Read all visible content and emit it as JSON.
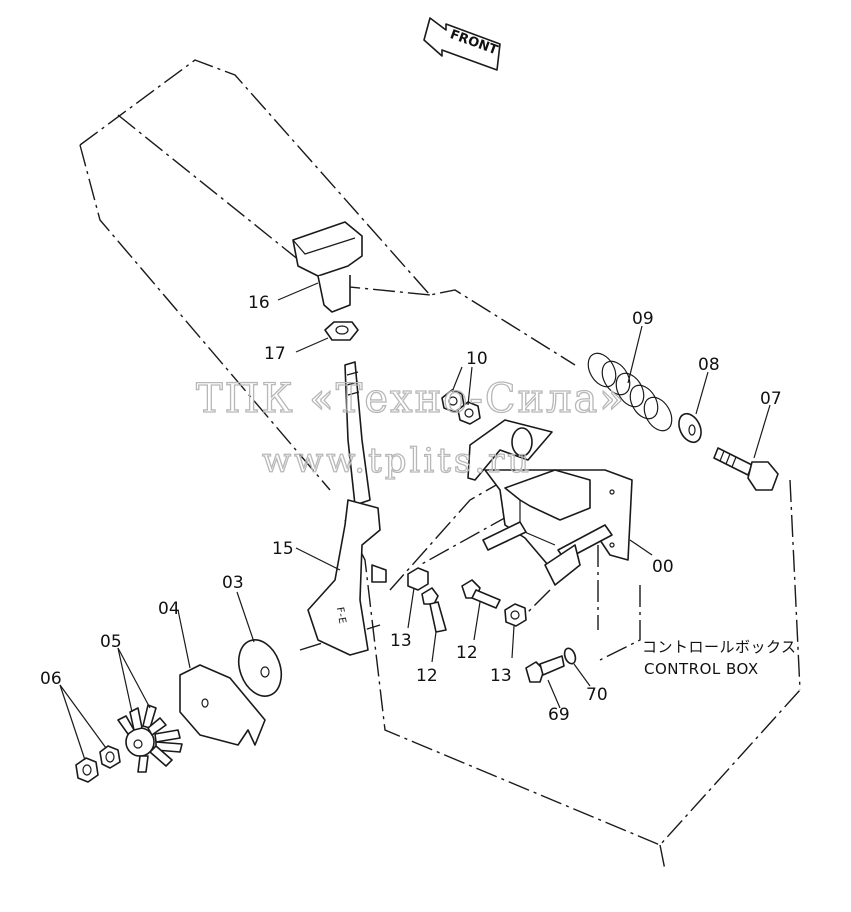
{
  "diagram": {
    "front_label": "FRONT",
    "control_box_jp": "コントロールボックス",
    "control_box_en": "CONTROL BOX",
    "watermark_line1": "ТПК «Техно-Сила»",
    "watermark_line2": "www.tplits.ru",
    "lever_marking": "F-E",
    "part_numbers": {
      "p00": "00",
      "p03": "03",
      "p04": "04",
      "p05": "05",
      "p06": "06",
      "p07": "07",
      "p08": "08",
      "p09": "09",
      "p10": "10",
      "p12a": "12",
      "p12b": "12",
      "p13a": "13",
      "p13b": "13",
      "p15": "15",
      "p16": "16",
      "p17": "17",
      "p69": "69",
      "p70": "70"
    }
  }
}
